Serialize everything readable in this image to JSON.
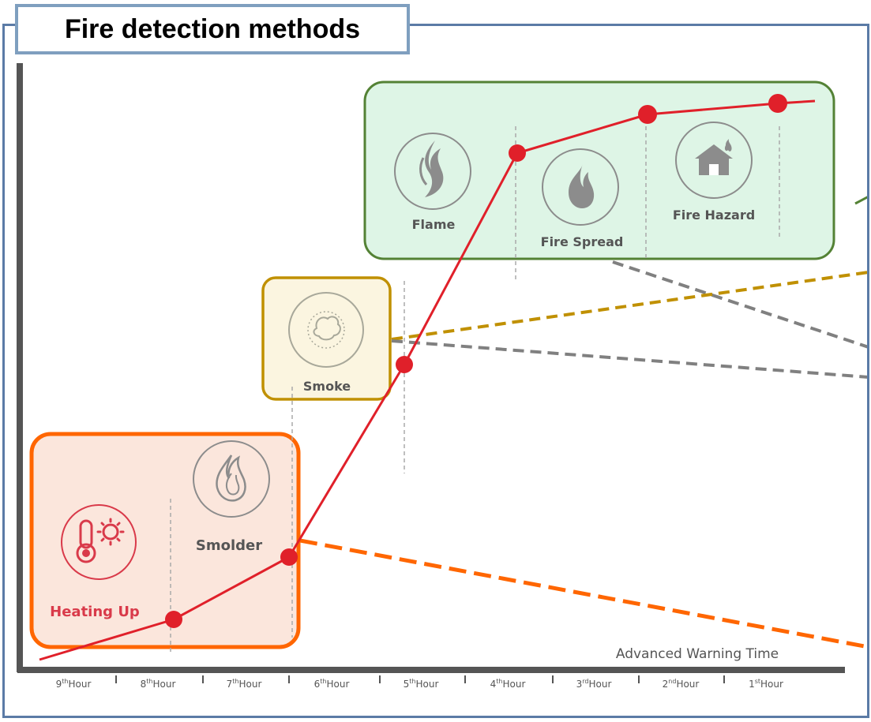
{
  "title": "Fire detection methods",
  "x_axis": {
    "label": "Advanced Warning Time",
    "ticks": [
      {
        "num": "9",
        "sup": "th",
        "unit": "Hour"
      },
      {
        "num": "8",
        "sup": "th",
        "unit": "Hour"
      },
      {
        "num": "7",
        "sup": "th",
        "unit": "Hour"
      },
      {
        "num": "6",
        "sup": "th",
        "unit": "Hour"
      },
      {
        "num": "5",
        "sup": "th",
        "unit": "Hour"
      },
      {
        "num": "4",
        "sup": "th",
        "unit": "Hour"
      },
      {
        "num": "3",
        "sup": "rd",
        "unit": "Hour"
      },
      {
        "num": "2",
        "sup": "nd",
        "unit": "Hour"
      },
      {
        "num": "1",
        "sup": "st",
        "unit": "Hour"
      }
    ]
  },
  "stages": {
    "heating_up": "Heating Up",
    "smolder": "Smolder",
    "smoke": "Smoke",
    "flame": "Flame",
    "fire_spread": "Fire Spread",
    "fire_hazard": "Fire Hazard"
  },
  "icons": {
    "heating_up": "thermometer-sun-icon",
    "smolder": "smolder-flame-icon",
    "smoke": "smoke-icon",
    "flame": "flame-icon",
    "fire_spread": "fire-icon",
    "fire_hazard": "house-fire-icon"
  },
  "colors": {
    "curve": "#e0202a",
    "early_group": "#ff6600",
    "smoke_group": "#c09000",
    "late_group": "#548235",
    "connector_gray": "#808080",
    "frame": "#5b7ba6"
  }
}
